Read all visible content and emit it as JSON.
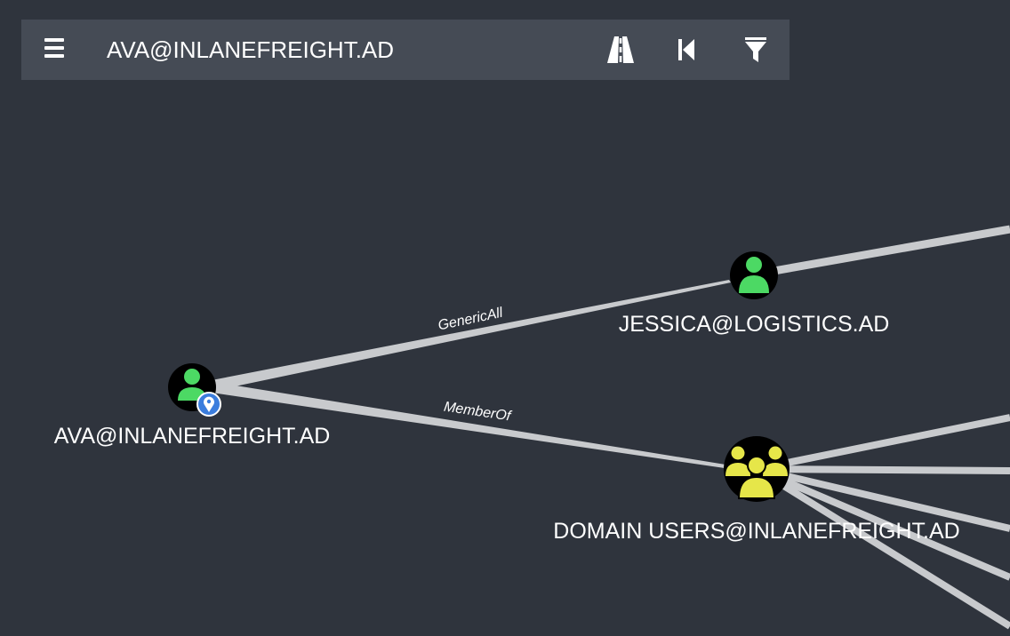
{
  "search": {
    "value": "AVA@INLANEFREIGHT.AD"
  },
  "toolbar": {
    "menu_icon": "hamburger-menu-icon",
    "pathfinding_icon": "road-icon",
    "back_icon": "step-back-icon",
    "filter_icon": "filter-icon"
  },
  "graph": {
    "nodes": {
      "ava": {
        "label": "AVA@INLANEFREIGHT.AD",
        "type": "user",
        "icon": "user-icon",
        "owned_marker": "map-pin-icon"
      },
      "jessica": {
        "label": "JESSICA@LOGISTICS.AD",
        "type": "user",
        "icon": "user-icon"
      },
      "domain_users": {
        "label": "DOMAIN USERS@INLANEFREIGHT.AD",
        "type": "group",
        "icon": "group-icon"
      }
    },
    "edges": {
      "ava_jessica": {
        "label": "GenericAll"
      },
      "ava_domain_users": {
        "label": "MemberOf"
      }
    }
  },
  "colors": {
    "background": "#2f343d",
    "toolbar": "#454b55",
    "user_icon": "#4cd964",
    "group_icon": "#e6e649",
    "edge": "#c8cacd",
    "pin": "#3b7ddd"
  }
}
